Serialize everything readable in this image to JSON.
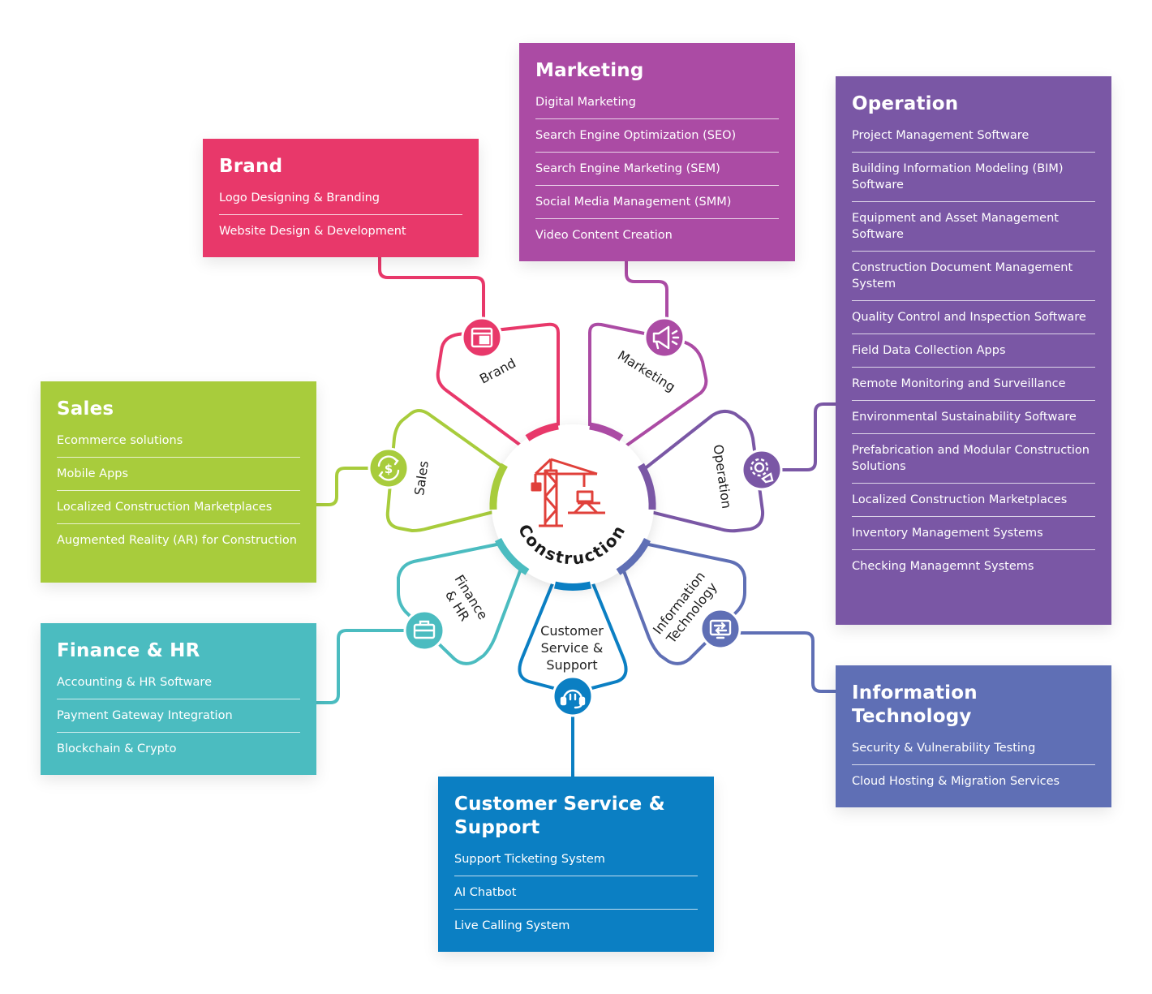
{
  "center": {
    "label": "Construction"
  },
  "colors": {
    "brand": "#e8386a",
    "marketing": "#ab4ba4",
    "operation": "#7a57a5",
    "sales": "#a8cc3c",
    "finance": "#4bbcc0",
    "it": "#5f6fb5",
    "cs": "#0b7fc3",
    "crane": "#e0403a"
  },
  "petals": {
    "brand": "Brand",
    "marketing": "Marketing",
    "operation": "Operation",
    "sales": "Sales",
    "finance_line1": "Finance",
    "finance_line2": "& HR",
    "it_line1": "Information",
    "it_line2": "Technology",
    "cs_line1": "Customer",
    "cs_line2": "Service &",
    "cs_line3": "Support"
  },
  "boxes": {
    "brand": {
      "title": "Brand",
      "items": [
        "Logo Designing & Branding",
        "Website Design & Development"
      ]
    },
    "marketing": {
      "title": "Marketing",
      "items": [
        "Digital Marketing",
        "Search Engine Optimization (SEO)",
        "Search Engine Marketing (SEM)",
        "Social Media Management (SMM)",
        "Video Content Creation"
      ]
    },
    "operation": {
      "title": "Operation",
      "items": [
        "Project Management Software",
        "Building Information Modeling (BIM) Software",
        "Equipment and Asset Management Software",
        "Construction Document Management System",
        "Quality Control and Inspection Software",
        "Field Data Collection Apps",
        "Remote Monitoring and Surveillance",
        "Environmental Sustainability Software",
        "Prefabrication and Modular Construction Solutions",
        "Localized Construction Marketplaces",
        "Inventory Management Systems",
        "Checking Managemnt Systems"
      ]
    },
    "sales": {
      "title": "Sales",
      "items": [
        "Ecommerce solutions",
        "Mobile Apps",
        "Localized Construction Marketplaces",
        "Augmented Reality (AR) for Construction"
      ]
    },
    "finance": {
      "title": "Finance & HR",
      "items": [
        "Accounting & HR Software",
        "Payment Gateway Integration",
        "Blockchain & Crypto"
      ]
    },
    "it": {
      "title": "Information Technology",
      "items": [
        "Security & Vulnerability Testing",
        "Cloud Hosting & Migration Services"
      ]
    },
    "cs": {
      "title": "Customer Service & Support",
      "items": [
        "Support Ticketing System",
        "AI Chatbot",
        "Live Calling System"
      ]
    }
  }
}
